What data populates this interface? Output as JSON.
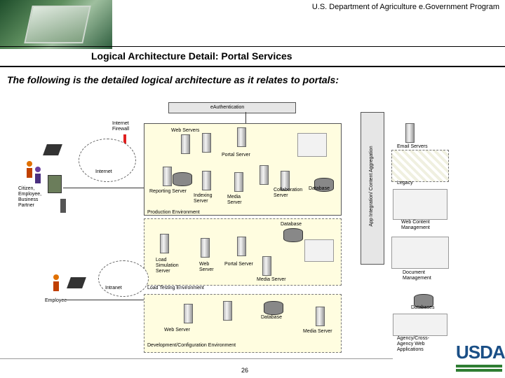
{
  "header": {
    "program": "U.S. Department of Agriculture e.Government Program",
    "subtitle": "Logical Architecture Detail: Portal Services",
    "intro": "The following is the detailed logical architecture as it relates to portals:"
  },
  "diagram": {
    "e_auth": "eAuthentication",
    "internet_firewall": "Internet Firewall",
    "web_servers": "Web Servers",
    "email_servers": "Email Servers",
    "portal_server_top": "Portal Server",
    "internet": "Internet",
    "citizen": "Citizen, Employee, Business Partner",
    "reporting_server": "Reporting Server",
    "indexing_server": "Indexing Server",
    "media_server_prod": "Media Server",
    "collab_server": "Collaboration Server",
    "database_prod": "Database",
    "legacy": "Legacy",
    "production_env": "Production Environment",
    "app_integration": "App Integration/ Content Aggregation",
    "database_load": "Database",
    "web_content_mgmt": "Web Content Management",
    "load_sim": "Load Simulation Server",
    "web_server_load": "Web Server",
    "portal_server_load": "Portal Server",
    "document_mgmt": "Document Management",
    "media_server_load": "Media Server",
    "intranet": "Intranet",
    "load_testing_env": "Load Testing Environment",
    "employee": "Employee",
    "databases": "Databases",
    "database_dev": "Database",
    "web_server_dev": "Web Server",
    "media_server_dev": "Media Server",
    "dev_config_env": "Development/Configuration Environment",
    "agency_web_apps": "Agency/Cross-Agency Web Applications"
  },
  "footer": {
    "page_number": "26",
    "logo": "USDA"
  },
  "colors": {
    "firewall": "#e02020",
    "env_box": "#fffde0",
    "usda_blue": "#1a4f86",
    "usda_green": "#2e7d32"
  }
}
